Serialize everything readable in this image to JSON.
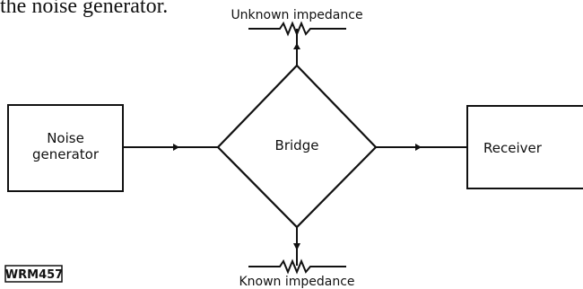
{
  "caption_fragment": "the noise generator.",
  "nodes": {
    "noise_generator": [
      "Noise",
      "generator"
    ],
    "bridge": "Bridge",
    "receiver": "Receiver"
  },
  "impedances": {
    "unknown": "Unknown impedance",
    "known": "Known impedance"
  },
  "figure_code": "WRM457"
}
